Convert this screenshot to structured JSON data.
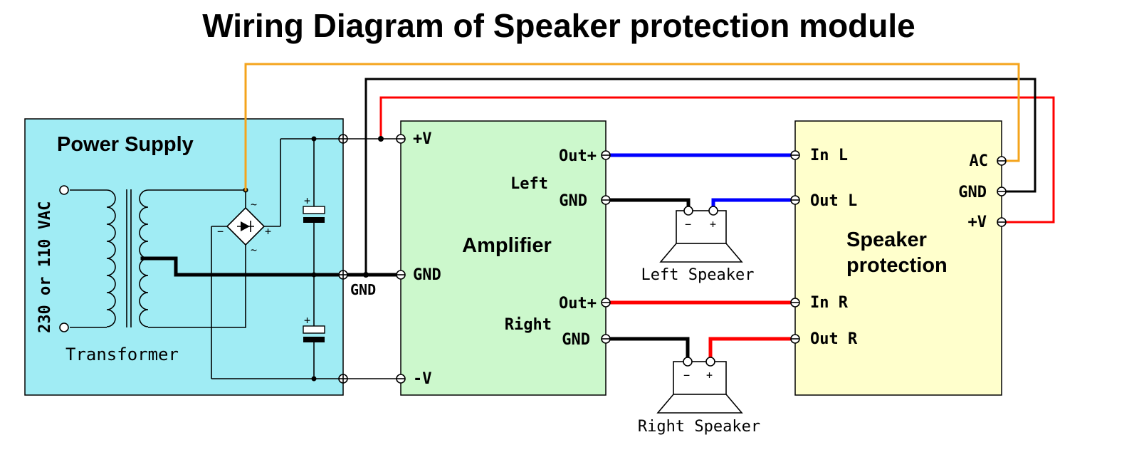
{
  "title": "Wiring Diagram of Speaker protection module",
  "colors": {
    "power_block": "#a0ecf4",
    "amplifier_block": "#ccf8cc",
    "protection_block": "#ffffcc",
    "wire_ac": "#f4a41c",
    "wire_positive": "#ff0000",
    "wire_left_signal": "#0000ff",
    "wire_ground": "#000000"
  },
  "power_supply": {
    "title": "Power Supply",
    "input_label": "230 or 110 VAC",
    "transformer_label": "Transformer",
    "bridge_ac_symbol": "~",
    "bridge_plus_symbol": "+",
    "bridge_minus_symbol": "−",
    "cap_plus_symbol": "+",
    "gnd_label": "GND"
  },
  "amplifier": {
    "title": "Amplifier",
    "pos_terminal": "+V",
    "gnd_terminal": "GND",
    "neg_terminal": "-V",
    "left_label": "Left",
    "right_label": "Right",
    "left_out": "Out+",
    "left_gnd": "GND",
    "right_out": "Out+",
    "right_gnd": "GND"
  },
  "speakers": {
    "left_label": "Left Speaker",
    "right_label": "Right Speaker",
    "minus_symbol": "−",
    "plus_symbol": "+"
  },
  "protection": {
    "title_line1": "Speaker",
    "title_line2": "protection",
    "in_l": "In L",
    "out_l": "Out L",
    "in_r": "In R",
    "out_r": "Out R",
    "ac": "AC",
    "gnd": "GND",
    "pos": "+V"
  }
}
